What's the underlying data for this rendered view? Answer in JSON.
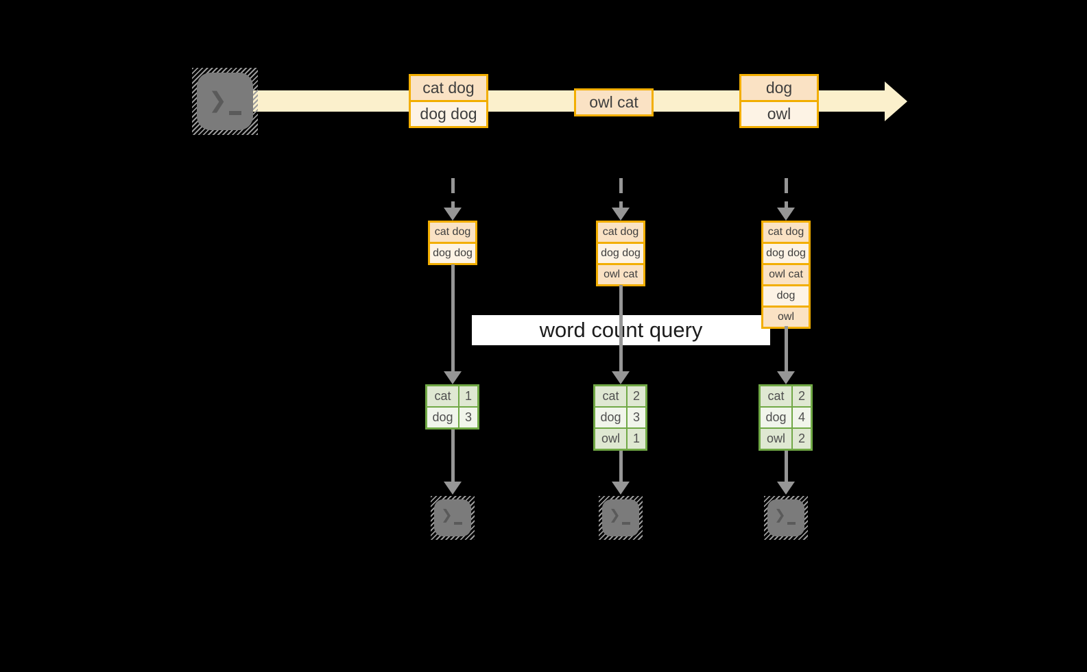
{
  "banner": {
    "label": "word count query"
  },
  "stream": {
    "source_icon": "terminal-icon",
    "events": [
      {
        "lines": [
          "cat dog",
          "dog dog"
        ]
      },
      {
        "lines": [
          "owl cat"
        ]
      },
      {
        "lines": [
          "dog",
          "owl"
        ]
      }
    ]
  },
  "columns": [
    {
      "buffer": [
        "cat dog",
        "dog dog"
      ],
      "counts": [
        {
          "word": "cat",
          "count": "1"
        },
        {
          "word": "dog",
          "count": "3"
        }
      ],
      "sink_icon": "terminal-icon"
    },
    {
      "buffer": [
        "cat dog",
        "dog dog",
        "owl cat"
      ],
      "counts": [
        {
          "word": "cat",
          "count": "2"
        },
        {
          "word": "dog",
          "count": "3"
        },
        {
          "word": "owl",
          "count": "1"
        }
      ],
      "sink_icon": "terminal-icon"
    },
    {
      "buffer": [
        "cat dog",
        "dog dog",
        "owl cat",
        "dog",
        "owl"
      ],
      "counts": [
        {
          "word": "cat",
          "count": "2"
        },
        {
          "word": "dog",
          "count": "4"
        },
        {
          "word": "owl",
          "count": "2"
        }
      ],
      "sink_icon": "terminal-icon"
    }
  ],
  "colors": {
    "background": "#000000",
    "stream_fill": "#FBF0CC",
    "orange_border": "#F2AE00",
    "peach_cell": "#FAE2C4",
    "cream_cell": "#FDF3E5",
    "green_border": "#70A845",
    "sage_cell": "#DFE8D2",
    "light_green_cell": "#F1F5EB",
    "arrow_gray": "#969696",
    "terminal_gray": "#7B7B7B",
    "banner_bg": "#FFFFFF"
  }
}
